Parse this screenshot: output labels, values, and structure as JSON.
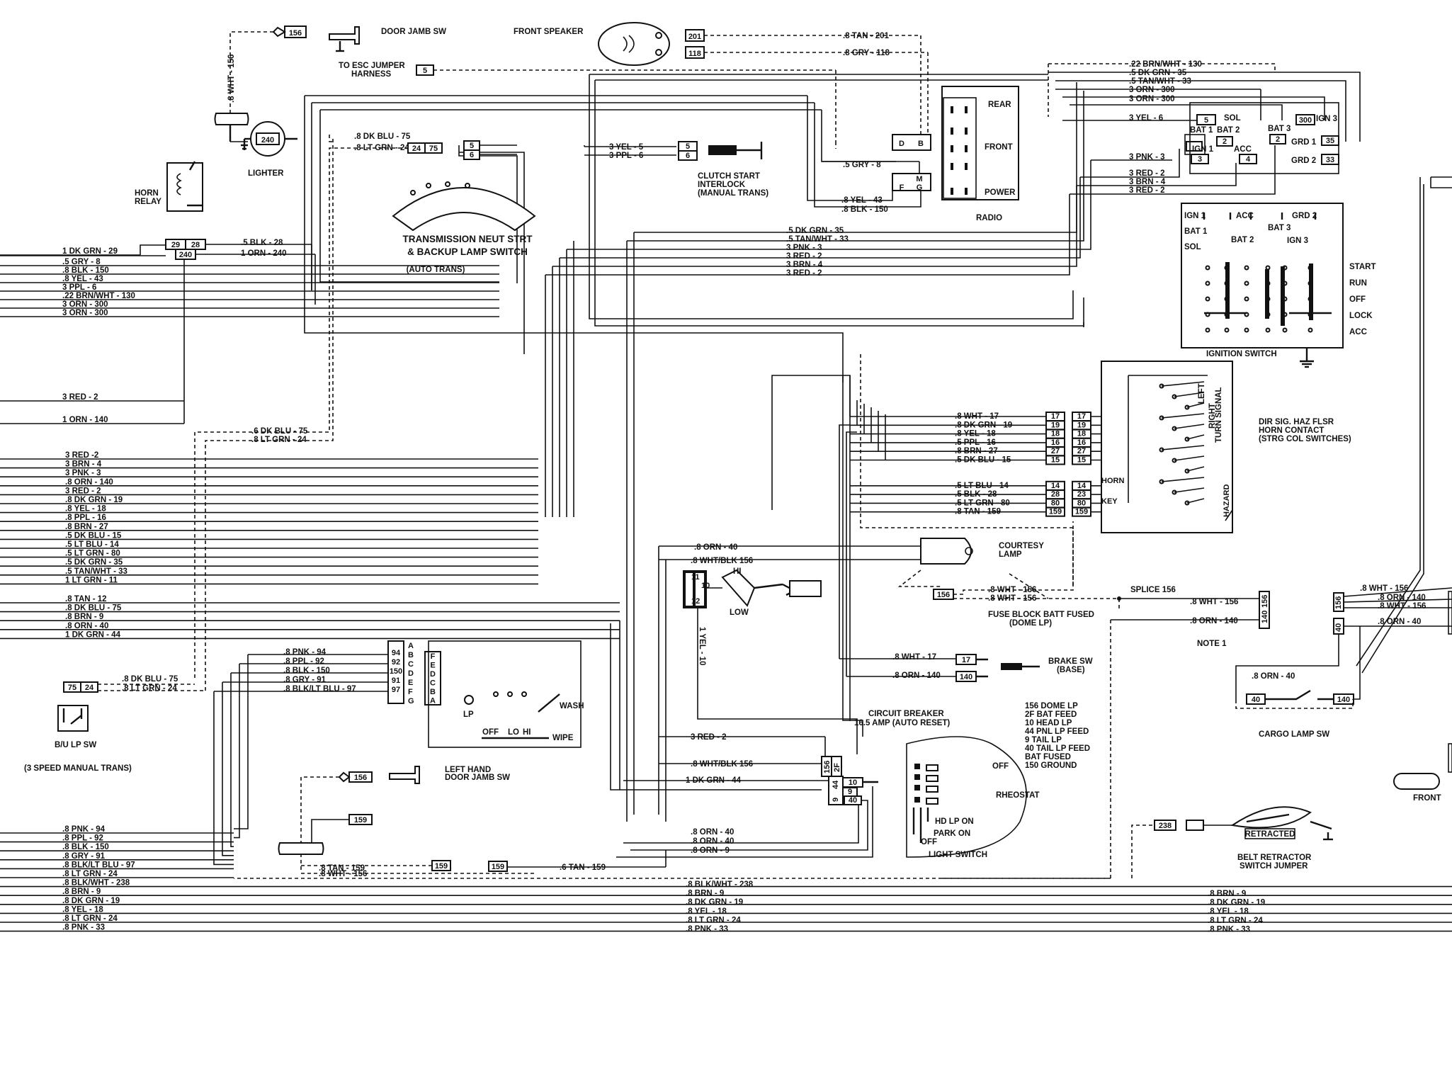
{
  "components": {
    "door_jamb_sw": "DOOR JAMB SW",
    "front_speaker": "FRONT SPEAKER",
    "esc_jumper": [
      "TO ESC JUMPER",
      "HARNESS"
    ],
    "lighter": "LIGHTER",
    "horn_relay": [
      "HORN",
      "RELAY"
    ],
    "trans_switch": [
      "TRANSMISSION NEUT  STRT",
      "& BACKUP LAMP SWITCH",
      "(AUTO TRANS)"
    ],
    "clutch_interlock": [
      "CLUTCH START",
      "INTERLOCK",
      "(MANUAL TRANS)"
    ],
    "radio": "RADIO",
    "radio_rear": "REAR",
    "radio_front": "FRONT",
    "radio_power": "POWER",
    "ignition_switch": "IGNITION SWITCH",
    "ign_positions": [
      "START",
      "RUN",
      "OFF",
      "LOCK",
      "ACC"
    ],
    "ign_terms": [
      "IGN 1",
      "ACC",
      "GRD 2",
      "BAT 1",
      "BAT 3",
      "BAT 2",
      "SOL",
      "IGN 3"
    ],
    "dir_sig": [
      "DIR SIG. HAZ FLSR",
      "HORN CONTACT",
      "(STRG COL SWITCHES)"
    ],
    "turn_signal": [
      "LEFT",
      "RIGHT",
      "TURN SIGNAL",
      "HAZARD",
      "HORN",
      "KEY"
    ],
    "courtesy_lamp": [
      "COURTESY",
      "LAMP"
    ],
    "splice": "SPLICE 156",
    "fuse_block": [
      "FUSE BLOCK BATT FUSED",
      "(DOME LP)"
    ],
    "note": "NOTE 1",
    "brake_sw": [
      "BRAKE SW",
      "(BASE)"
    ],
    "cargo_lamp_sw": "CARGO LAMP SW",
    "front_lamp": "FRONT",
    "wiper": [
      "HI",
      "LOW",
      "WASH",
      "LP",
      "OFF",
      "LO",
      "HI",
      "WIPE"
    ],
    "circuit_breaker": [
      "CIRCUIT BREAKER",
      "16.5 AMP (AUTO RESET)"
    ],
    "light_switch": "LIGHT SWITCH",
    "light_sw_pos": [
      "OFF",
      "RHEOSTAT",
      "HD LP ON",
      "PARK ON",
      "OFF"
    ],
    "light_legend": [
      "156 DOME LP",
      "2F BAT FEED",
      "10 HEAD LP",
      "44 PNL LP FEED",
      "9 TAIL LP",
      "40 TAIL LP FEED",
      "BAT FUSED",
      "150 GROUND"
    ],
    "lh_door_jamb": [
      "LEFT HAND",
      "DOOR JAMB SW"
    ],
    "bu_lp_sw": [
      "B/U LP SW",
      "(3 SPEED MANUAL TRANS)"
    ],
    "belt_retractor": [
      "BELT RETRACTOR",
      "SWITCH JUMPER"
    ],
    "retracted": "RETRACTED"
  },
  "wires": {
    "left_group_1": [
      ".5 GRY - 8",
      ".8 BLK - 150",
      ".8 YEL - 43",
      "3 PPL - 6",
      ".22 BRN/WHT - 130",
      "3 ORN - 300",
      "3 ORN - 300"
    ],
    "left_relay": [
      "1 DK GRN - 29",
      "1 ORN - 240",
      ".5 BLK - 28"
    ],
    "left_misc": [
      "3 RED - 2",
      "1 ORN - 140"
    ],
    "left_group_2": [
      "3 RED -2",
      "3 BRN - 4",
      "3 PNK - 3",
      ".8 ORN - 140",
      "3 RED - 2",
      ".8 DK GRN - 19",
      ".8 YEL - 18",
      ".8 PPL - 16",
      ".8 BRN - 27",
      ".5 DK BLU - 15",
      ".5 LT BLU - 14",
      ".5 LT GRN - 80",
      ".5 DK GRN - 35",
      ".5 TAN/WHT - 33",
      "1 LT GRN - 11"
    ],
    "left_group_3": [
      ".8 TAN - 12",
      ".8 DK BLU - 75",
      ".8 BRN - 9",
      ".8 ORN - 40",
      "1 DK GRN - 44"
    ],
    "bottom_left": [
      ".8 PNK - 94",
      ".8 PPL - 92",
      ".8 BLK - 150",
      ".8 GRY - 91",
      ".8 BLK/LT BLU - 97",
      ".8 LT GRN - 24",
      ".8 BLK/WHT - 238",
      ".8 BRN - 9",
      ".8 DK GRN - 19",
      ".8 YEL - 18",
      ".8 LT GRN - 24",
      ".8 PNK - 33"
    ],
    "bottom_mid": [
      ".8 BLK/WHT - 238",
      ".8 BRN - 9",
      ".8 DK GRN - 19",
      ".8 YEL - 18",
      ".8 LT GRN - 24",
      ".8 PNK - 33"
    ],
    "bottom_right": [
      ".8 BRN - 9",
      ".8 DK GRN - 19",
      ".8 YEL - 18",
      ".8 LT GRN - 24",
      ".8 PNK - 33"
    ],
    "top_right": [
      ".22 BRN/WHT - 130",
      ".5 DK GRN - 35",
      ".5 TAN/WHT - 33",
      "3 ORN - 300",
      "3 ORN - 300",
      "3 YEL - 6",
      "3 PNK - 3",
      "3 RED - 2",
      "3 BRN - 4",
      "3 RED - 2"
    ],
    "mid_bundle": [
      ".5 DK GRN - 35",
      ".5 TAN/WHT - 33",
      "3 PNK - 3",
      "3 RED - 2",
      "3 BRN - 4",
      "3 RED - 2"
    ],
    "speaker": [
      ".8 TAN - 201",
      ".8 GRY - 118"
    ],
    "radio_wires": [
      ".5 GRY - 8",
      ".8 YEL - 43",
      ".8 BLK - 150"
    ],
    "clutch": [
      "3 YEL - 5",
      "3 PPL - 6"
    ],
    "dk_blu_pair": [
      ".8 DK BLU - 75",
      ".8 LT GRN - 24"
    ],
    "mid_dkblu": [
      ".6 DK BLU - 75",
      ".8 LT GRN - 24"
    ],
    "col_left": [
      ".8 WHT - 17",
      ".8 DK GRN - 19",
      ".8 YEL - 18",
      ".5 PPL - 16",
      ".8 BRN - 27",
      ".5 DK BLU - 15",
      ".5 LT BLU - 14",
      ".5 BLK - 28",
      ".5 LT GRN - 80",
      ".8 TAN - 159"
    ],
    "courtesy": [
      ".8 ORN - 40",
      ".8 WHT/BLK  156"
    ],
    "dome": [
      ".8 WHT - 156",
      ".8 WHT - 156"
    ],
    "fuse": [
      ".8 WHT - 156",
      ".8 ORN - 140"
    ],
    "brake": [
      ".8 WHT - 17",
      ".8 ORN - 140"
    ],
    "wiper_wires": [
      ".8 PNK - 94",
      ".8 PPL - 92",
      ".8 BLK - 150",
      ".8 GRY - 91",
      ".8 BLK/LT BLU - 97"
    ],
    "yel_vert": "1 YEL - 10",
    "wht_vert": ".8 WHT - 156",
    "breaker": [
      "3 RED - 2",
      ".8 WHT/BLK   156",
      "1 DK GRN - 44",
      ".8 ORN - 40",
      ".8 ORN - 40",
      ".8 ORN - 9"
    ],
    "tan": [
      ".8 TAN - 159",
      ".8 WHT - 156",
      ".6 TAN - 159"
    ],
    "cargo": [
      ".8 WHT - 156",
      ".8 ORN - 140",
      ".8 WHT - 156",
      ".8 ORN - 40",
      ".8 ORN - 40"
    ],
    "bu_lp": [
      ".8 DK BLU - 75",
      ".8 LT GRN - 24"
    ]
  },
  "pins": {
    "door": "156",
    "speaker": [
      "201",
      "118"
    ],
    "esc": "5",
    "lighter": "240",
    "relay": [
      "29",
      "28",
      "240"
    ],
    "dkblu": [
      "24",
      "75"
    ],
    "clutch_l": [
      "5",
      "6"
    ],
    "clutch_r": [
      "5",
      "6"
    ],
    "radio_top": [
      "D",
      "B"
    ],
    "radio_bot": [
      "F",
      "G"
    ],
    "radio_bot2": [
      "M",
      "G"
    ],
    "ign_box": [
      "5",
      "1",
      "2",
      "3",
      "300",
      "35",
      "2",
      "4",
      "33"
    ],
    "ign_box_labels": [
      "SOL",
      "BAT 1",
      "BAT 2",
      "IGN 1",
      "ACC",
      "BAT 3",
      "IGN 3",
      "GRD 1",
      "GRD 2"
    ],
    "col_a": [
      "17",
      "19",
      "18",
      "16",
      "27",
      "15",
      "14",
      "28",
      "80",
      "159"
    ],
    "col_b": [
      "17",
      "19",
      "18",
      "16",
      "27",
      "15",
      "14",
      "23",
      "80",
      "159"
    ],
    "courtesy_box": "156",
    "fuse_box": [
      "140",
      "156"
    ],
    "cargo_box": [
      "156",
      "40"
    ],
    "cargo_sw": [
      "40",
      "140"
    ],
    "brake": [
      "17",
      "140"
    ],
    "wiper_con": [
      "11",
      "10",
      "12"
    ],
    "wiper_pins": [
      "94",
      "92",
      "150",
      "91",
      "97"
    ],
    "wiper_letters": [
      "A",
      "B",
      "C",
      "D",
      "E",
      "F",
      "G"
    ],
    "wiper_letters_r": [
      "F",
      "E",
      "D",
      "C",
      "B",
      "A"
    ],
    "breaker": [
      "156",
      "2F",
      "44",
      "10",
      "9",
      "9",
      "40"
    ],
    "lh": [
      "156",
      "159"
    ],
    "tan": [
      "159",
      "159"
    ],
    "bu": [
      "75",
      "24"
    ],
    "belt": "238"
  }
}
